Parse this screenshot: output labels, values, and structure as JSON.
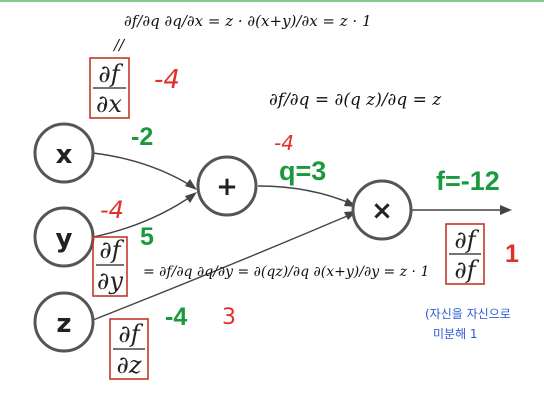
{
  "colors": {
    "accent_green": "#1a9a3c",
    "hand_red": "#e0302a",
    "note_blue": "#2a5bd7",
    "box_red": "#c0392b"
  },
  "nodes": {
    "x": {
      "label": "x"
    },
    "y": {
      "label": "y"
    },
    "z": {
      "label": "z"
    },
    "plus": {
      "label": "+"
    },
    "times": {
      "label": "×"
    }
  },
  "values": {
    "x": "-2",
    "y": "5",
    "z": "-4",
    "q": "q=3",
    "f": "f=-12"
  },
  "gradients": {
    "df_dx": {
      "num": "∂f",
      "den": "∂x"
    },
    "df_dy": {
      "num": "∂f",
      "den": "∂y"
    },
    "df_dz": {
      "num": "∂f",
      "den": "∂z"
    },
    "df_df": {
      "num": "∂f",
      "den": "∂f"
    },
    "df_df_value": "1"
  },
  "handwriting": {
    "top_equation": "∂f/∂q ∂q/∂x = z · ∂(x+y)/∂x = z · 1",
    "top_dash": "//",
    "dfdx_value": "-4",
    "mid_equation": "∂f/∂q = ∂(q z)/∂q = z",
    "mid_value": "-4",
    "y_edge_value": "-4",
    "y_equation": "= ∂f/∂q ∂q/∂y = ∂(qz)/∂q ∂(x+y)/∂y = z · 1",
    "z_value": "3",
    "korean_note_line1": "(자신을 자신으로",
    "korean_note_line2": "미분해 1"
  }
}
